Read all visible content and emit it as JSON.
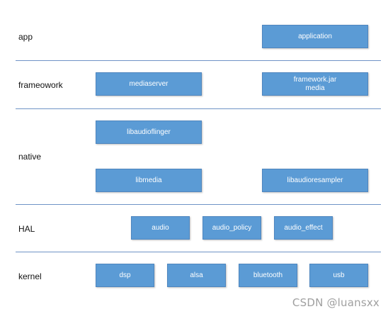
{
  "layers": {
    "app": {
      "label": "app",
      "boxes": {
        "application": "application"
      }
    },
    "framework": {
      "label": "frameowork",
      "boxes": {
        "mediaserver": "mediaserver",
        "framework_jar_line1": "framework.jar",
        "framework_jar_line2": "media"
      }
    },
    "native": {
      "label": "native",
      "boxes": {
        "libaudioflinger": "libaudioflinger",
        "libmedia": "libmedia",
        "libaudioresampler": "libaudioresampler"
      }
    },
    "hal": {
      "label": "HAL",
      "boxes": {
        "audio": "audio",
        "audio_policy": "audio_policy",
        "audio_effect": "audio_effect"
      }
    },
    "kernel": {
      "label": "kernel",
      "boxes": {
        "dsp": "dsp",
        "alsa": "alsa",
        "bluetooth": "bluetooth",
        "usb": "usb"
      }
    }
  },
  "watermark": "CSDN @luansxx",
  "colors": {
    "box_fill": "#5b9bd5",
    "box_text": "#ffffff",
    "divider": "#6f93c6"
  }
}
